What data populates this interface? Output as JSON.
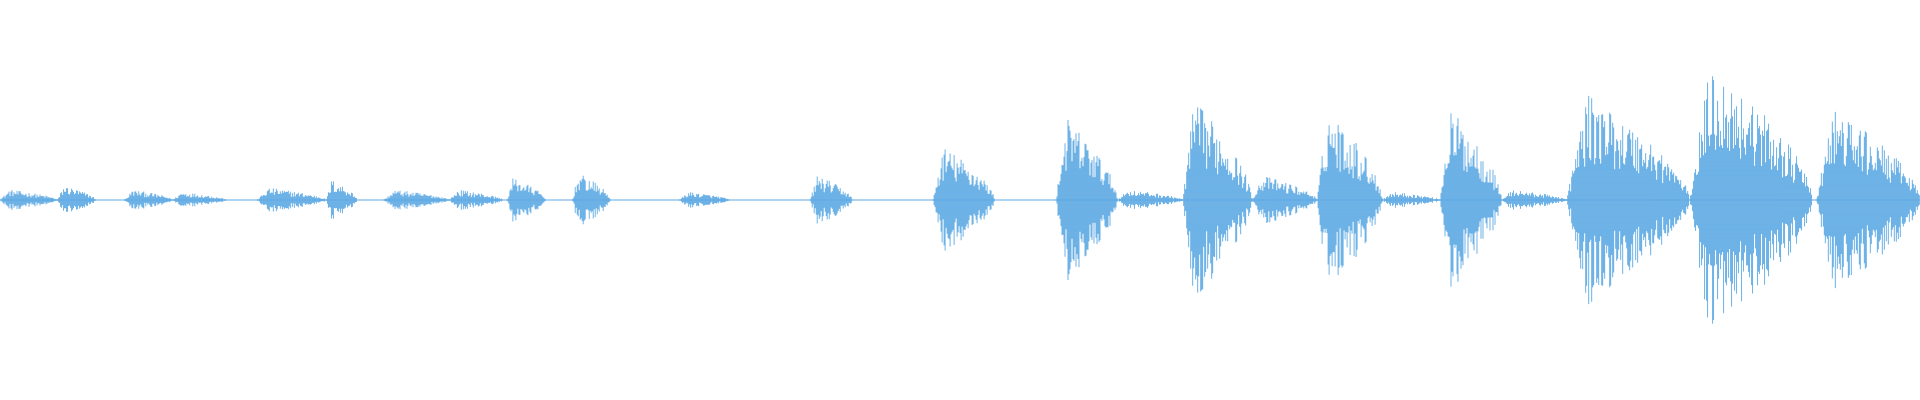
{
  "waveform": {
    "color": "#5DA9E3",
    "background": "#FFFFFF",
    "segments": [
      {
        "start": 0.0,
        "end": 0.03,
        "amp": 0.05
      },
      {
        "start": 0.03,
        "end": 0.05,
        "amp": 0.07
      },
      {
        "start": 0.065,
        "end": 0.09,
        "amp": 0.05
      },
      {
        "start": 0.09,
        "end": 0.118,
        "amp": 0.04
      },
      {
        "start": 0.134,
        "end": 0.17,
        "amp": 0.06
      },
      {
        "start": 0.17,
        "end": 0.186,
        "amp": 0.1
      },
      {
        "start": 0.2,
        "end": 0.234,
        "amp": 0.05
      },
      {
        "start": 0.234,
        "end": 0.262,
        "amp": 0.05
      },
      {
        "start": 0.264,
        "end": 0.284,
        "amp": 0.11
      },
      {
        "start": 0.298,
        "end": 0.318,
        "amp": 0.13
      },
      {
        "start": 0.354,
        "end": 0.38,
        "amp": 0.04
      },
      {
        "start": 0.422,
        "end": 0.444,
        "amp": 0.12
      },
      {
        "start": 0.486,
        "end": 0.518,
        "amp": 0.26
      },
      {
        "start": 0.55,
        "end": 0.582,
        "amp": 0.4
      },
      {
        "start": 0.582,
        "end": 0.616,
        "amp": 0.05
      },
      {
        "start": 0.616,
        "end": 0.652,
        "amp": 0.48
      },
      {
        "start": 0.652,
        "end": 0.686,
        "amp": 0.12
      },
      {
        "start": 0.686,
        "end": 0.72,
        "amp": 0.44
      },
      {
        "start": 0.72,
        "end": 0.75,
        "amp": 0.04
      },
      {
        "start": 0.75,
        "end": 0.782,
        "amp": 0.44
      },
      {
        "start": 0.782,
        "end": 0.816,
        "amp": 0.05
      },
      {
        "start": 0.816,
        "end": 0.88,
        "amp": 0.51
      },
      {
        "start": 0.88,
        "end": 0.944,
        "amp": 0.65
      },
      {
        "start": 0.946,
        "end": 1.0,
        "amp": 0.44
      }
    ]
  }
}
